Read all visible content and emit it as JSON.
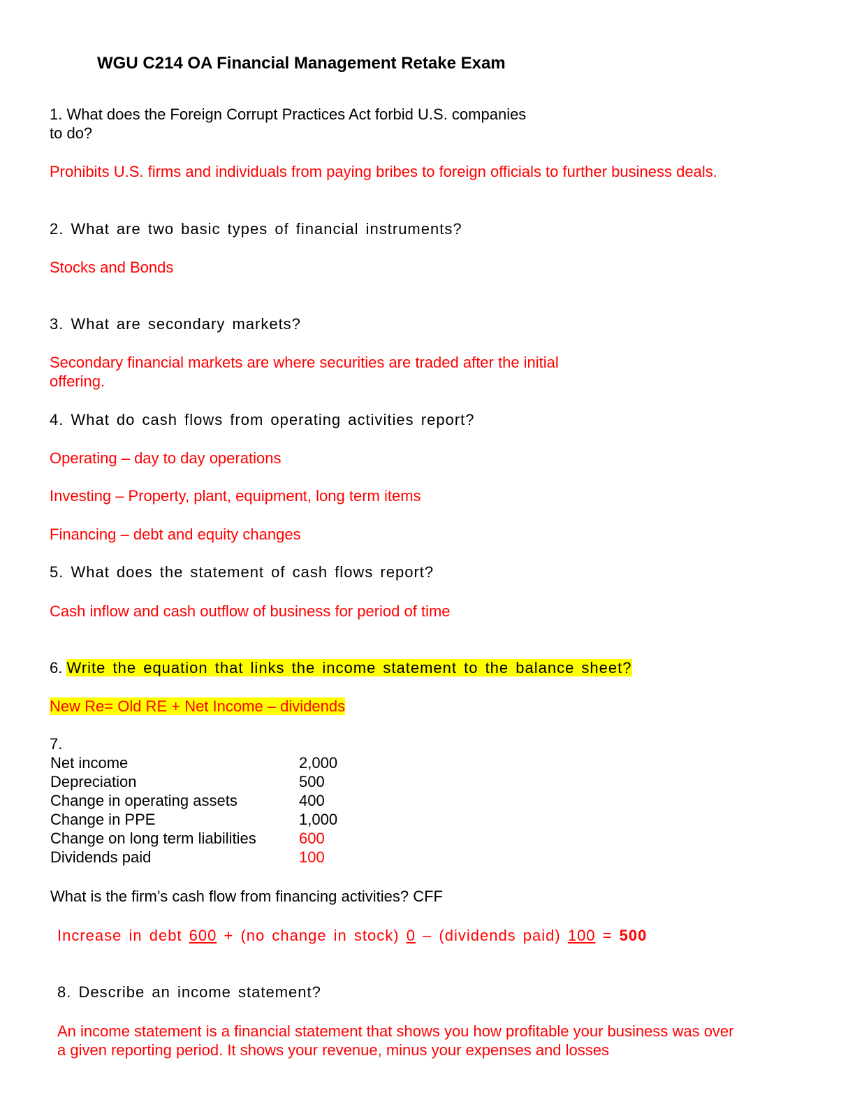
{
  "title": "WGU C214 OA Financial Management Retake Exam",
  "q1": {
    "line1": "1. What does the Foreign Corrupt Practices Act forbid  U.S. companies",
    "line2": "to do?",
    "answer": "Prohibits U.S. firms and individuals from paying bribes to foreign officials to further business deals."
  },
  "q2": {
    "question": "2. What are two basic types of financial instruments?",
    "answer": "Stocks and Bonds"
  },
  "q3": {
    "question": "3.  What are secondary markets?",
    "answer1": "Secondary financial markets are where securities are traded after the initial",
    "answer2": "offering."
  },
  "q4": {
    "question": "4. What do cash flows from operating activities report?",
    "answers": [
      "Operating – day to day operations",
      "Investing – Property, plant, equipment, long term items",
      "Financing – debt and equity changes"
    ]
  },
  "q5": {
    "question": "5. What does the statement of cash flows report?",
    "answer": "Cash inflow and cash outflow of business for period of time"
  },
  "q6": {
    "number": "6. ",
    "question": "Write the equation that links the income statement to the balance sheet?",
    "answer": "New Re= Old RE + Net Income – dividends"
  },
  "q7": {
    "number": "7.",
    "rows": [
      {
        "label": "Net income",
        "value": "2,000",
        "red": false
      },
      {
        "label": "Depreciation",
        "value": "500",
        "red": false
      },
      {
        "label": "Change in operating assets",
        "value": "400",
        "red": false
      },
      {
        "label": "Change in PPE",
        "value": "1,000",
        "red": false
      },
      {
        "label": "Change on long term liabilities",
        "value": "600",
        "red": true
      },
      {
        "label": "Dividends paid",
        "value": "100",
        "red": true
      }
    ],
    "question": "What is the firm’s cash flow from financing activities? CFF",
    "ans": {
      "p1": "Increase in debt ",
      "v1": "600",
      "p2": " + (no change in stock) ",
      "v2": "0",
      "p3": " – (dividends paid) ",
      "v3": "100",
      "p4": " = ",
      "result": "500"
    }
  },
  "q8": {
    "question": "8.  Describe  an income statement?",
    "answer1": "An income statement is a financial statement that shows you how profitable your business was over",
    "answer2": "a given reporting period. It shows your revenue, minus your expenses and losses"
  }
}
